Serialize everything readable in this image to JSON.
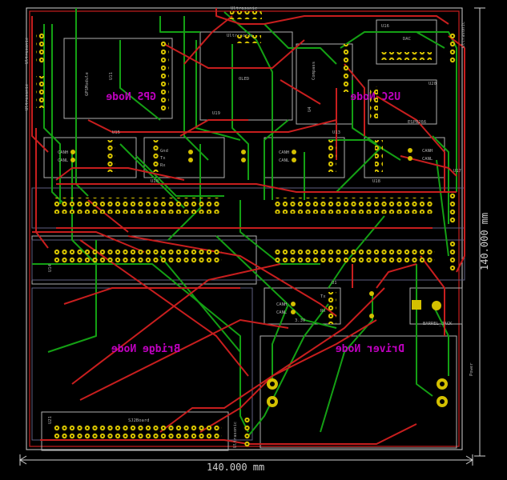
{
  "colors": {
    "background": "#000000",
    "board_outline": "#d0d0d0",
    "front_copper": "#c81e1e",
    "back_copper": "#14a014",
    "silkscreen": "#b0b0b0",
    "pad": "#d4c000",
    "node_label": "#c000c0",
    "courtyard": "#a0a0a0"
  },
  "dimensions": {
    "width_text": "140.000 mm",
    "height_text": "140.000 mm"
  },
  "node_labels": {
    "gps": "GPS Node",
    "usc": "USC Node",
    "bridge": "Bridge Node",
    "driver": "Driver Node"
  },
  "components": {
    "ultrasonic_top": "Ultrasonic",
    "ultrasonic_left1": "Ultrasonic",
    "ultrasonic_left2": "Ultrasonic",
    "ultrasonic_right": "Ultrasonic",
    "ultrasonic_bottom": "Ultrasonic",
    "gps_module": "GPSModule",
    "u11": "U11",
    "oled": "OLED",
    "u19": "U19",
    "compass": "Compass",
    "u4": "U4",
    "dac": "DAC",
    "u16": "U16",
    "u20": "U20",
    "esp": "ESP8266",
    "u15": "U15",
    "u10": "U10",
    "u13": "U13",
    "u18": "U18",
    "u17": "U17",
    "u14": "U14",
    "u1": "U1",
    "sj2board": "SJ2Board",
    "u21": "U21",
    "canh": "CANH",
    "canl": "CANL",
    "gnd": "Gnd",
    "tx": "Tx",
    "rx": "Rx",
    "v33": "3.3V",
    "barrel": "BARREL_JACK",
    "power": "Power"
  }
}
